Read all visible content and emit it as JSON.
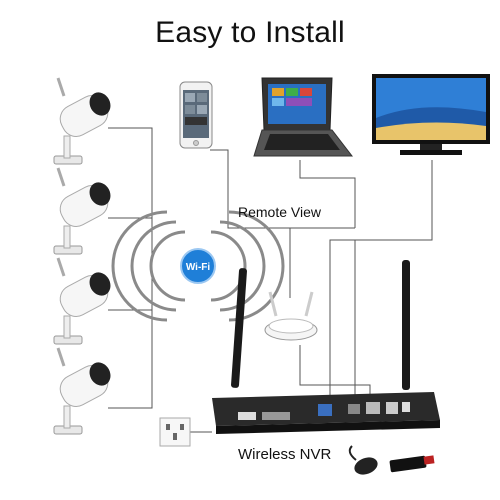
{
  "title": "Easy to Install",
  "labels": {
    "remote_view": "Remote View",
    "wireless_nvr": "Wireless NVR",
    "wifi_badge": "Wi-Fi"
  },
  "colors": {
    "wifi_badge": "#1f7fd8",
    "tv_screen": "#2f7fd6",
    "nvr_body": "#2a2a2a",
    "line": "#555555"
  }
}
